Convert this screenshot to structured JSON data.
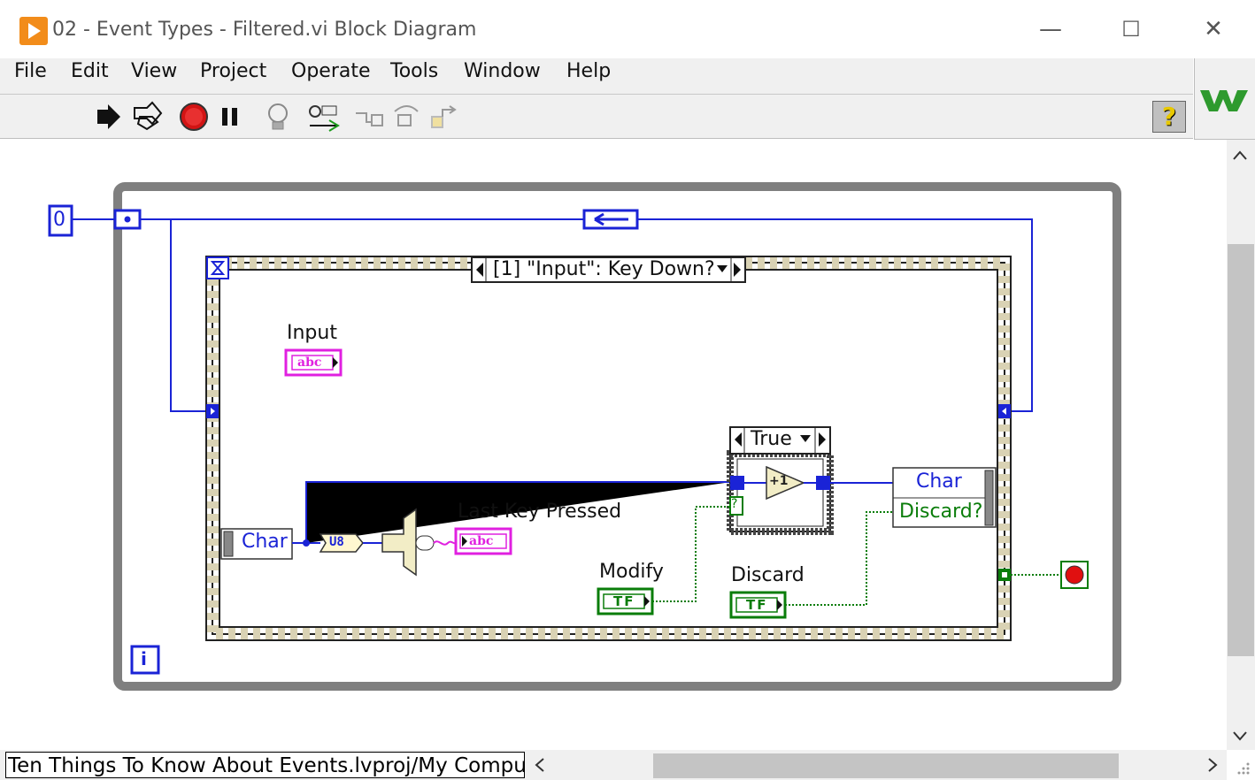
{
  "window": {
    "title": "02 - Event Types - Filtered.vi Block Diagram",
    "controls": {
      "minimize": "—",
      "maximize": "☐",
      "close": "✕"
    }
  },
  "menu": [
    "File",
    "Edit",
    "View",
    "Project",
    "Operate",
    "Tools",
    "Window",
    "Help"
  ],
  "toolbar": {
    "help_glyph": "?"
  },
  "diagram": {
    "shift_register_init": "0",
    "event_case_selector": "[1] \"Input\": Key Down?",
    "input_label": "Input",
    "input_terminal": "abc",
    "char_node": "Char",
    "u8_label": "U8",
    "last_key_label": "Last Key Pressed",
    "last_key_terminal": "abc",
    "case_selector": "True",
    "increment_label": "+1",
    "selector_terminal": "?",
    "event_filter_char": "Char",
    "event_filter_discard": "Discard?",
    "modify_label": "Modify",
    "modify_terminal": "TF",
    "discard_label": "Discard",
    "discard_terminal": "TF",
    "iteration_terminal": "i"
  },
  "status": {
    "project_path": "Ten Things To Know About Events.lvproj/My Computer"
  },
  "colors": {
    "wire_int": "#1a23d6",
    "wire_bool": "#0a7d0a",
    "wire_string": "#e020e0",
    "loop_border": "#7f7f7f"
  }
}
